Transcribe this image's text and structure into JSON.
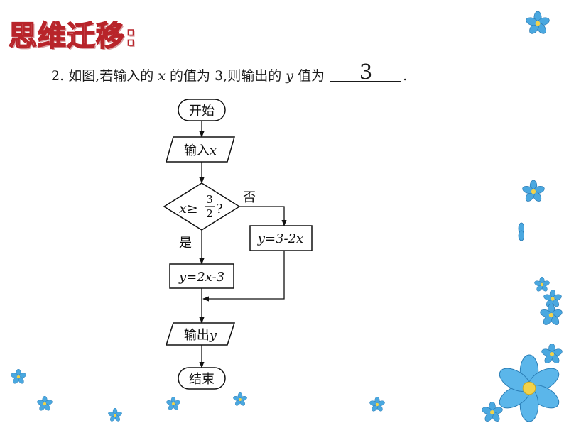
{
  "slide_title": "思维迁移:",
  "question": {
    "number": "2.",
    "text_before_x": "如图,若输入的",
    "var_x": "x",
    "text_middle": "的值为 3,则输出的",
    "var_y": "y",
    "text_after": "值为",
    "answer": "3",
    "end_punct": "."
  },
  "flowchart": {
    "start": "开始",
    "input_label": "输入",
    "input_var": "x",
    "condition_left": "x≥",
    "condition_num": "3",
    "condition_den": "2",
    "condition_q": "?",
    "no_label": "否",
    "yes_label": "是",
    "no_branch": "y=3-2x",
    "yes_branch": "y=2x-3",
    "output_label": "输出",
    "output_var": "y",
    "end": "结束"
  },
  "colors": {
    "title_stroke": "#b8242a",
    "flower_petal": "#4aa8e0",
    "flower_center": "#f2d24a"
  }
}
